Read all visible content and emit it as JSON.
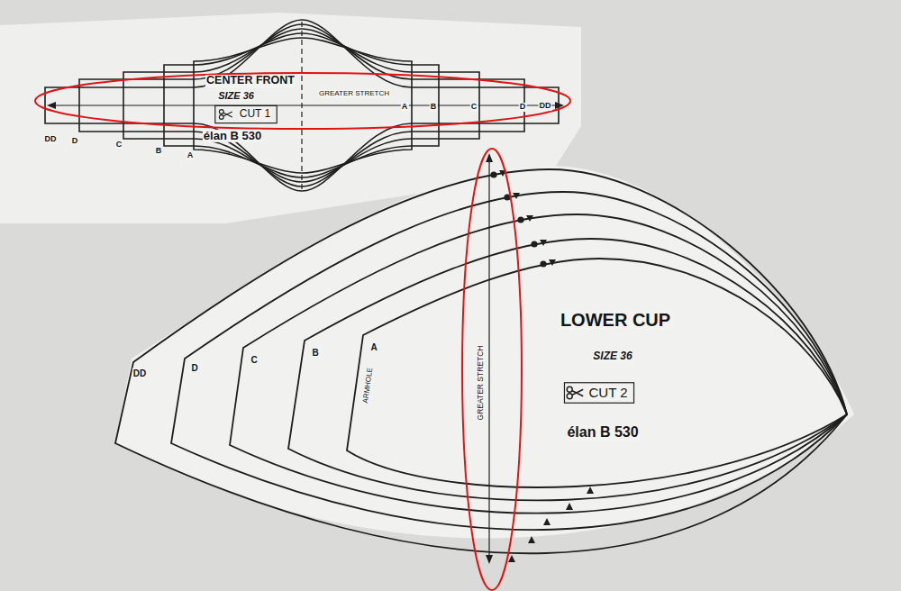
{
  "diagram": {
    "nodes": [
      {
        "text": [
          "CENTER FRONT",
          "SIZE 36",
          "CUT 1",
          "élan B 530",
          "GREATER STRETCH",
          "A",
          "B",
          "C",
          "D",
          "DD",
          "DD",
          "D",
          "C",
          "B",
          "A"
        ]
      },
      {
        "text": [
          "LOWER CUP",
          "SIZE 36",
          "CUT 2",
          "élan B 530",
          "GREATER STRETCH",
          "ARMHOLE",
          "DD",
          "D",
          "C",
          "B",
          "A"
        ]
      }
    ]
  }
}
